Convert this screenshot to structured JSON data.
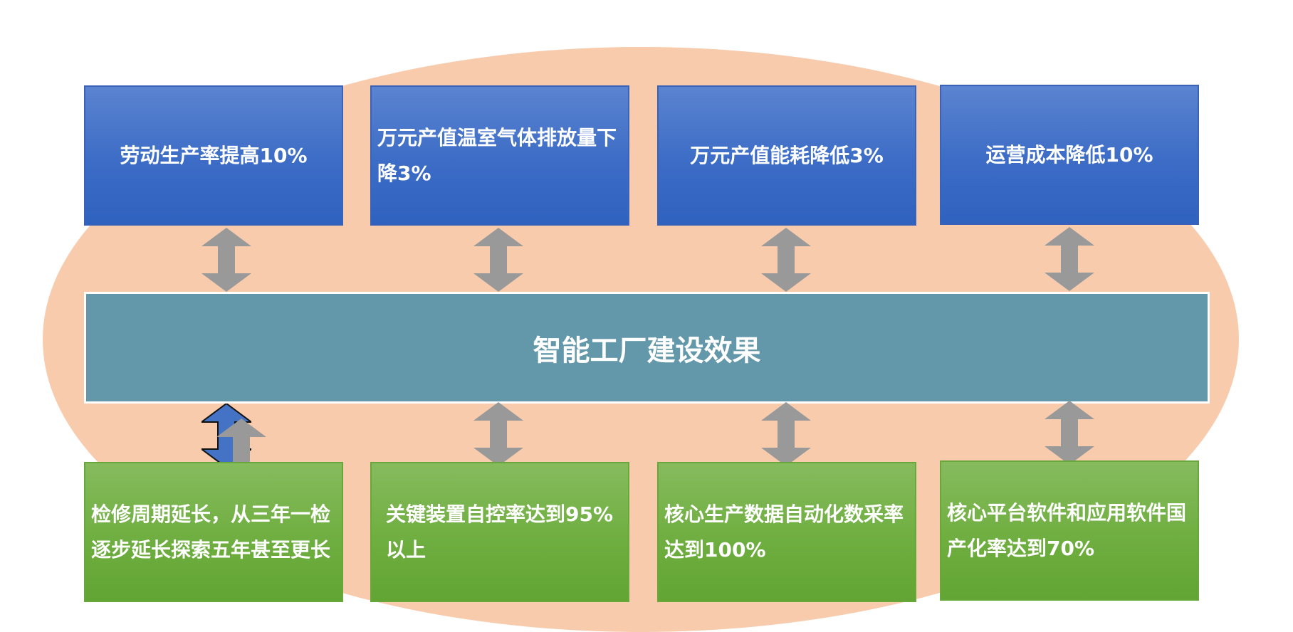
{
  "diagram": {
    "center": "智能工厂建设效果",
    "top_boxes": [
      "劳动生产率提高10%",
      "万元产值温室气体排放量下降3%",
      "万元产值能耗降低3%",
      "运营成本降低10%"
    ],
    "bottom_boxes": [
      "检修周期延长，从三年一检逐步延长探索五年甚至更长",
      "关键装置自控率达到95%以上",
      "核心生产数据自动化数采率达到100%",
      "核心平台软件和应用软件国产化率达到70%"
    ]
  },
  "colors": {
    "ellipse": "#f7cbac",
    "top_box": "#3c6cc6",
    "bottom_box": "#6fae40",
    "center_bar": "#6398aa",
    "arrow": "#999999",
    "arrow_highlight": "#4472c4"
  },
  "icons": [
    "double-arrow-icon"
  ]
}
